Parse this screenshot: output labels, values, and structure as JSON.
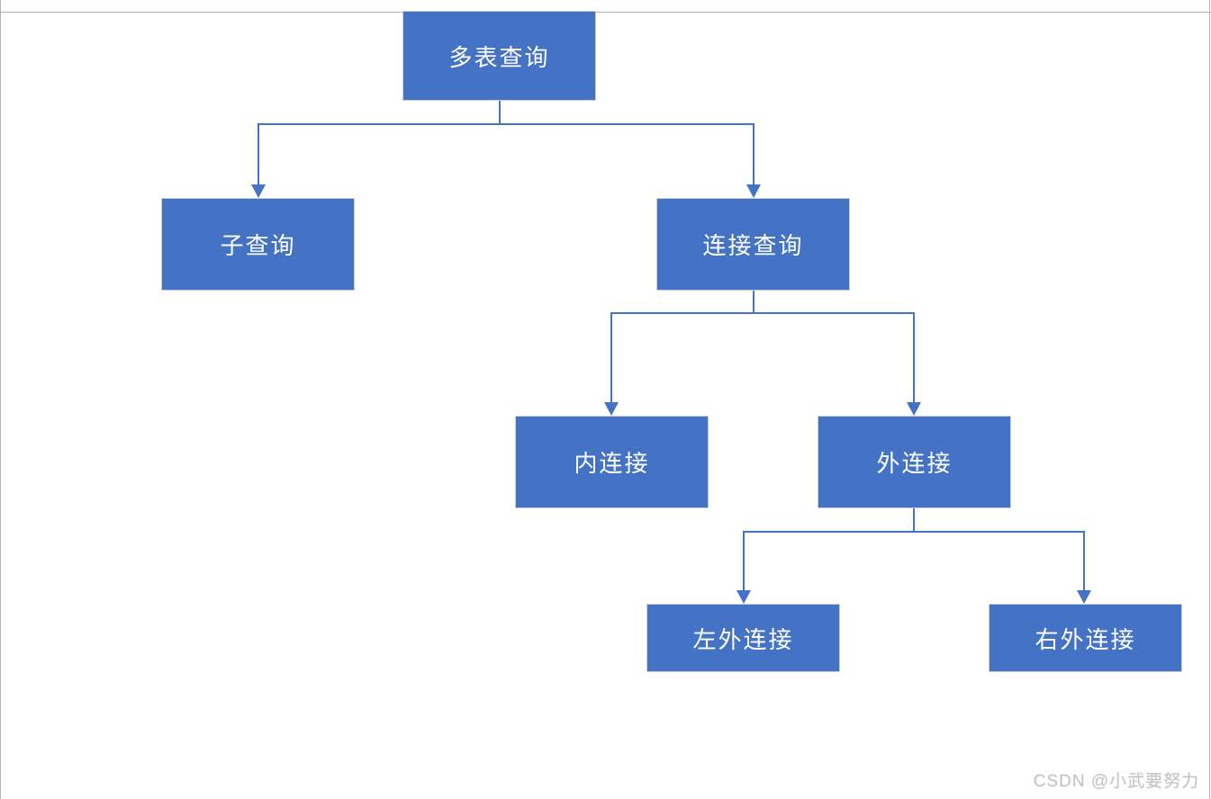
{
  "diagram": {
    "type": "hierarchy-flowchart",
    "nodes": [
      {
        "label": "多表查询"
      },
      {
        "label": "子查询"
      },
      {
        "label": "连接查询"
      },
      {
        "label": "内连接"
      },
      {
        "label": "外连接"
      },
      {
        "label": "左外连接"
      },
      {
        "label": "右外连接"
      }
    ],
    "edges": [
      {
        "from": "多表查询",
        "to": "子查询"
      },
      {
        "from": "多表查询",
        "to": "连接查询"
      },
      {
        "from": "连接查询",
        "to": "内连接"
      },
      {
        "from": "连接查询",
        "to": "外连接"
      },
      {
        "from": "外连接",
        "to": "左外连接"
      },
      {
        "from": "外连接",
        "to": "右外连接"
      }
    ],
    "colors": {
      "node_fill": "#4472c4",
      "node_text": "#ffffff",
      "node_border": "#cfcfcf",
      "connector": "#4472c4",
      "frame_line": "#b3b3b3",
      "watermark_text": "#c3c3c3"
    }
  },
  "watermark": {
    "text": "CSDN @小武要努力"
  }
}
